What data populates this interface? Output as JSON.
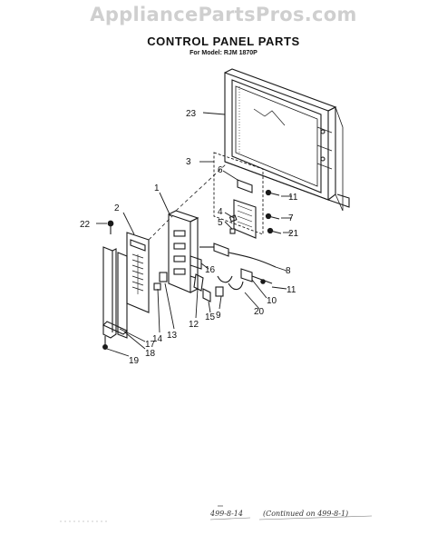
{
  "watermark": "AppliancePartsPros.com",
  "title": "CONTROL PANEL PARTS",
  "model_line": "For Model: RJM 1870P",
  "callouts": {
    "n1": "1",
    "n2": "2",
    "n3": "3",
    "n4": "4",
    "n5": "5",
    "n6": "6",
    "n7": "7",
    "n8": "8",
    "n9": "9",
    "n10": "10",
    "n11a": "11",
    "n11b": "11",
    "n12": "12",
    "n13": "13",
    "n14": "14",
    "n15": "15",
    "n16": "16",
    "n17": "17",
    "n18": "18",
    "n19": "19",
    "n20": "20",
    "n21": "21",
    "n22": "22",
    "n23": "23"
  },
  "footer": {
    "ref_left": "499-8-14",
    "continued": "(Continued on 499-8-1)"
  }
}
